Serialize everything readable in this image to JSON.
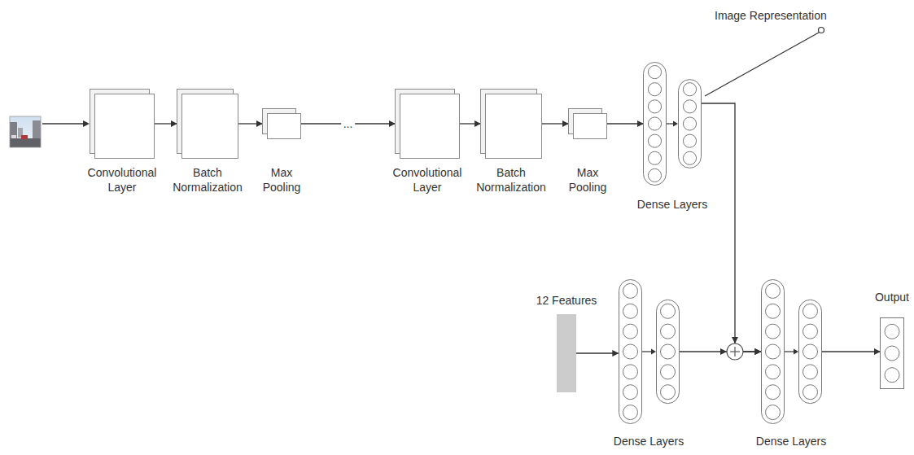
{
  "diagram": {
    "nodes": [
      {
        "text": [
          "Convolutional Layer"
        ]
      },
      {
        "text": [
          "Batch Normalization"
        ]
      },
      {
        "text": [
          "Max Pooling"
        ]
      },
      {
        "text": [
          "Convolutional Layer"
        ]
      },
      {
        "text": [
          "Batch Normalization"
        ]
      },
      {
        "text": [
          "Max Pooling"
        ]
      },
      {
        "text": [
          "Dense Layers"
        ]
      },
      {
        "text": [
          "12 Features"
        ]
      },
      {
        "text": [
          "Dense Layers"
        ]
      },
      {
        "text": [
          "Dense Layers"
        ]
      },
      {
        "text": [
          "Output"
        ]
      }
    ],
    "edges": [
      {
        "from": 0,
        "to": 1,
        "arrow": "to"
      },
      {
        "from": 1,
        "to": 2,
        "arrow": "to"
      },
      {
        "from": 2,
        "to": 3,
        "label": "...",
        "arrow": "to"
      },
      {
        "from": 3,
        "to": 4,
        "arrow": "to"
      },
      {
        "from": 4,
        "to": 5,
        "arrow": "to"
      },
      {
        "from": 5,
        "to": 6,
        "arrow": "to"
      },
      {
        "from": 6,
        "to": 9,
        "arrow": "to"
      },
      {
        "from": 7,
        "to": 8,
        "arrow": "to"
      },
      {
        "from": 8,
        "to": 9,
        "arrow": "to"
      },
      {
        "from": 9,
        "to": 10,
        "arrow": "to"
      }
    ],
    "labels": [
      "Image Representation"
    ]
  }
}
